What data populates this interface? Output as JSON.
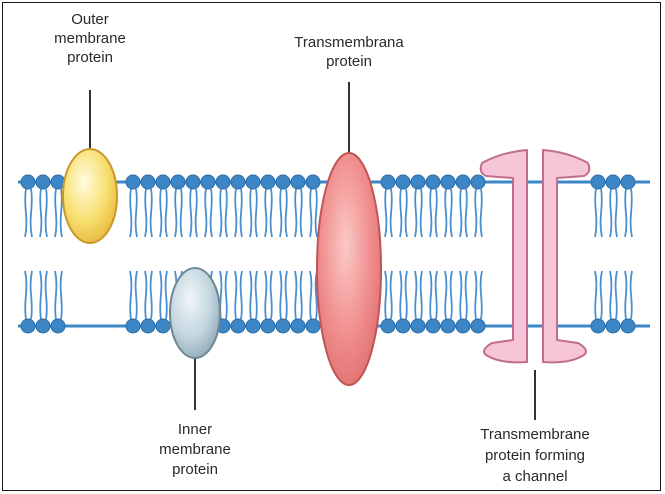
{
  "labels": {
    "outer_protein": "Outer\nmembrane\nprotein",
    "transmembrane_protein": "Transmembrana\nprotein",
    "inner_protein": "Inner\nmembrane\nprotein",
    "channel_protein": "Transmembrane\nprotein forming\na channel"
  },
  "colors": {
    "lipid_head": "#3d86c6",
    "lipid_tail": "#4a8fcf",
    "outer_protein_fill": "#f7df6e",
    "inner_protein_fill": "#c3d6df",
    "transmembrane_fill": "#f08e8e",
    "channel_fill": "#f6c6d8",
    "leader_line": "#333333"
  },
  "icons": {
    "phospholipid": "phospholipid-icon"
  }
}
